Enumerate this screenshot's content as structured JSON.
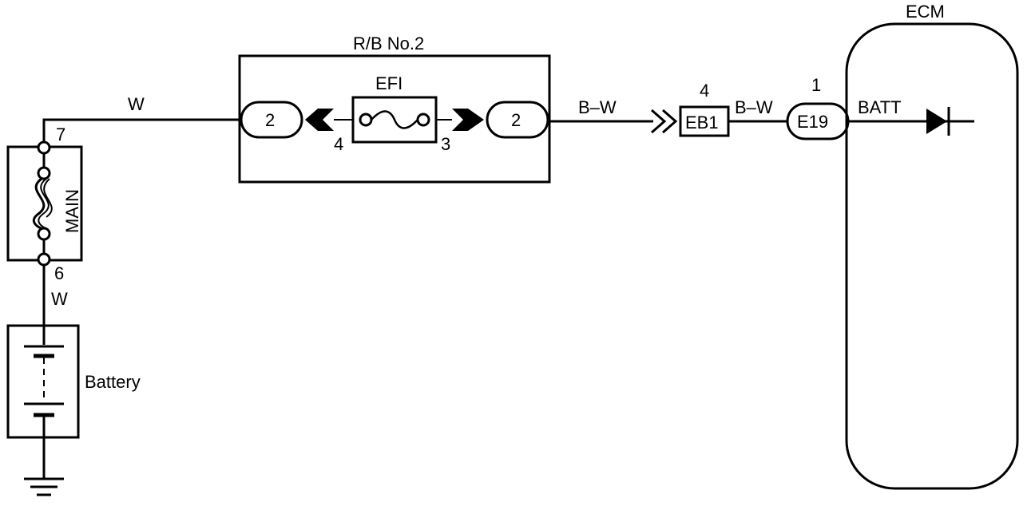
{
  "components": {
    "relay_block_title": "R/B No.2",
    "fuse_name": "EFI",
    "fuse_pin_left": "4",
    "fuse_pin_right": "3",
    "rb_connector_left": "2",
    "rb_connector_right": "2",
    "main_fuse_name": "MAIN",
    "main_pin_top": "7",
    "main_pin_bottom": "6",
    "battery_label": "Battery",
    "ecm_label": "ECM",
    "ecm_terminal": "BATT",
    "junction_connector": "EB1",
    "junction_pin": "4",
    "ecm_connector": "E19",
    "ecm_connector_pin": "1"
  },
  "wires": {
    "main_to_rb": "W",
    "battery_to_main": "W",
    "rb_to_eb1": "B–W",
    "eb1_to_ecm": "B–W"
  },
  "colors": {
    "line": "#000000",
    "background": "#ffffff"
  }
}
